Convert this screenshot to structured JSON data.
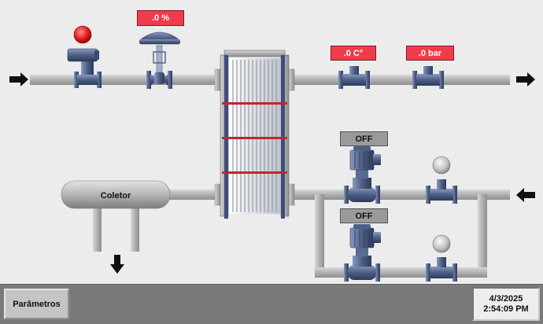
{
  "readouts": {
    "valve_position": ".0 %",
    "temperature": ".0 C°",
    "pressure": ".0 bar"
  },
  "pumps": {
    "pump1_status": "OFF",
    "pump2_status": "OFF"
  },
  "collector": {
    "label": "Coletor"
  },
  "footer": {
    "params_button": "Parâmetros",
    "date": "4/3/2025",
    "time": "2:54:09 PM"
  },
  "colors": {
    "alarm_red": "#f03c4a",
    "pipe_gray": "#a8a8a8",
    "equipment_blue": "#4d5f86",
    "status_gray": "#9a9a9a"
  }
}
